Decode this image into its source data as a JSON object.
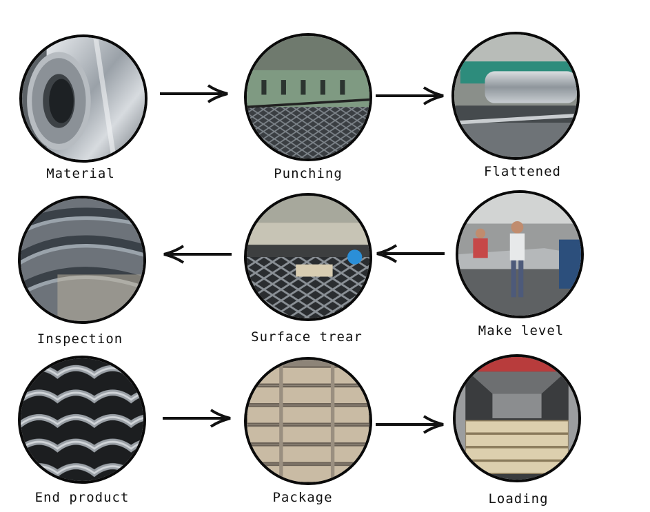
{
  "steps": [
    {
      "label": "Material",
      "icon": "steel-coil-icon"
    },
    {
      "label": "Punching",
      "icon": "punching-machine-icon"
    },
    {
      "label": "Flattened",
      "icon": "flattening-roller-icon"
    },
    {
      "label": "Inspection",
      "icon": "mesh-closeup-icon"
    },
    {
      "label": "Surface trear",
      "icon": "surface-treatment-icon"
    },
    {
      "label": "Make level",
      "icon": "workers-leveling-icon"
    },
    {
      "label": "End product",
      "icon": "expanded-metal-icon"
    },
    {
      "label": "Package",
      "icon": "stacked-sheets-icon"
    },
    {
      "label": "Loading",
      "icon": "container-loading-icon"
    }
  ],
  "arrows": [
    {
      "from": "Material",
      "to": "Punching",
      "direction": "right"
    },
    {
      "from": "Punching",
      "to": "Flattened",
      "direction": "right"
    },
    {
      "from": "Make level",
      "to": "Surface trear",
      "direction": "left"
    },
    {
      "from": "Surface trear",
      "to": "Inspection",
      "direction": "left"
    },
    {
      "from": "End product",
      "to": "Package",
      "direction": "right"
    },
    {
      "from": "Package",
      "to": "Loading",
      "direction": "right"
    }
  ],
  "colors": {
    "outline": "#0a0a0a",
    "arrow": "#111111",
    "text": "#111111"
  }
}
